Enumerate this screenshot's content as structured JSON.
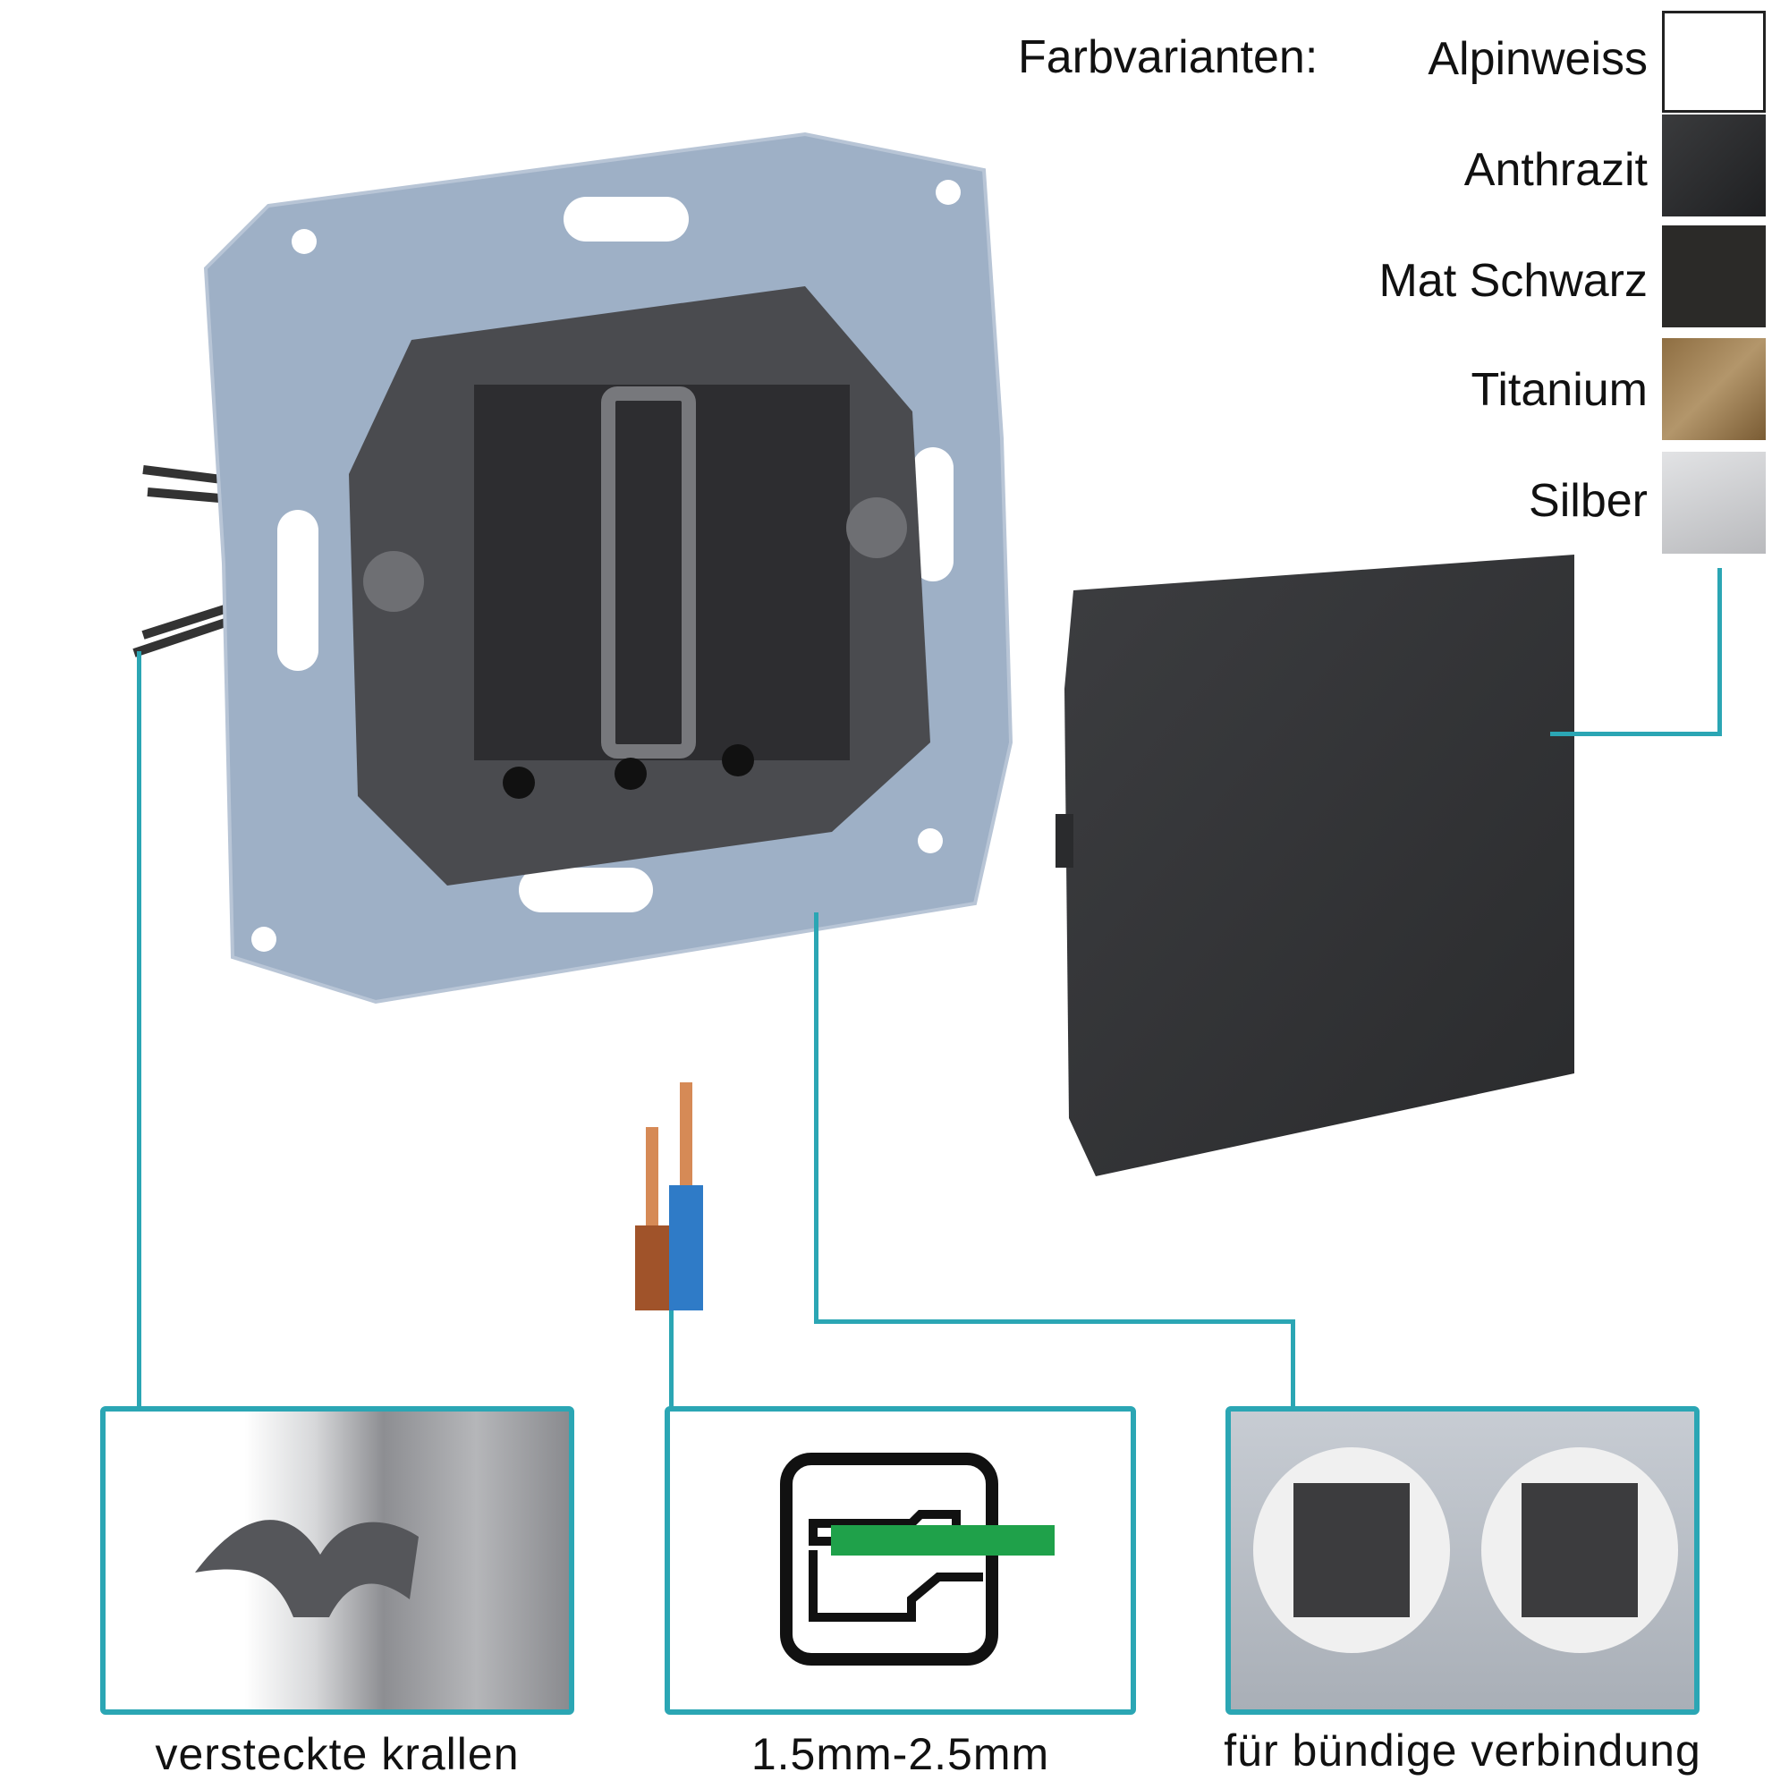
{
  "colors": {
    "title": "Farbvarianten:",
    "accent": "#2ba6b4",
    "variants": [
      {
        "label": "Alpinweiss",
        "color": "#ffffff"
      },
      {
        "label": "Anthrazit",
        "color": "#2e2f31"
      },
      {
        "label": "Mat Schwarz",
        "color": "#2b2a28"
      },
      {
        "label": "Titanium",
        "color": "#a2855a"
      },
      {
        "label": "Silber",
        "color": "#c9cacc"
      }
    ]
  },
  "features": [
    {
      "caption": "versteckte krallen"
    },
    {
      "caption": "1.5mm-2.5mm"
    },
    {
      "caption": "für bündige verbindung"
    }
  ]
}
